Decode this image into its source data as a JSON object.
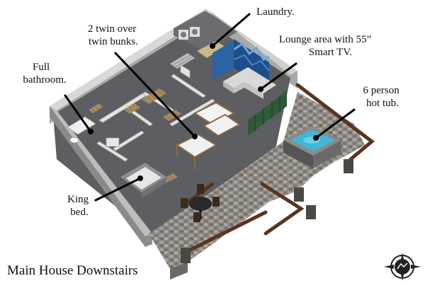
{
  "title": "Main House Downstairs",
  "callouts": {
    "laundry": [
      "Laundry."
    ],
    "bunks": [
      "2 twin over",
      "twin bunks."
    ],
    "bath": [
      "Full",
      "bathroom."
    ],
    "lounge": [
      "Lounge area with 55”",
      "Smart TV."
    ],
    "hottub": [
      "6 person",
      "hot tub."
    ],
    "king": [
      "King",
      "bed."
    ]
  },
  "logo": {
    "icon": "compass-emblem-icon"
  },
  "colors": {
    "floor": "#5f6063",
    "wall_top": "#cfcfcf",
    "wall_side": "#9a9a9a",
    "stone": "#8f8a86",
    "water": "#3fb7d6",
    "wood": "#6b3d22",
    "rail": "#5a3320"
  }
}
